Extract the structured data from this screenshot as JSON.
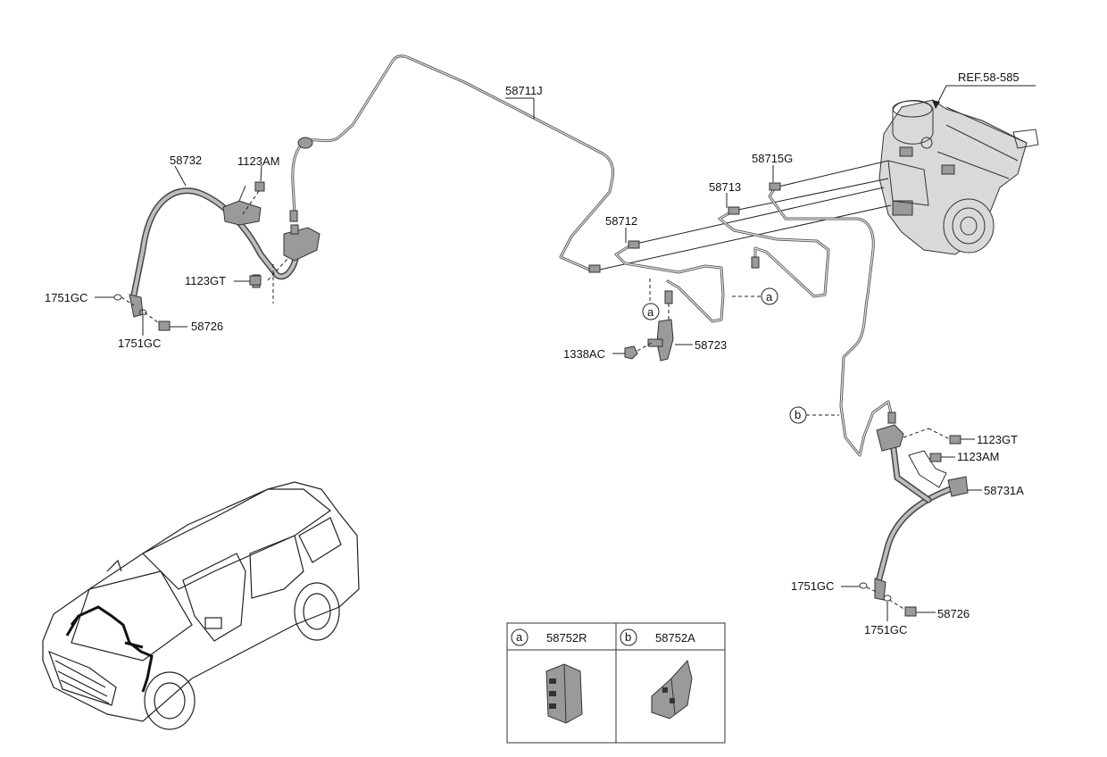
{
  "labels": {
    "ref": "REF.58-585",
    "p58711J": "58711J",
    "p58715G": "58715G",
    "p58713": "58713",
    "p58712": "58712",
    "p58732": "58732",
    "p1123AM_left": "1123AM",
    "p1123GT_left": "1123GT",
    "p1751GC_left_a": "1751GC",
    "p1751GC_left_b": "1751GC",
    "p58726_left": "58726",
    "p1338AC": "1338AC",
    "p58723": "58723",
    "p1123GT_right": "1123GT",
    "p1123AM_right": "1123AM",
    "p58731A": "58731A",
    "p1751GC_right_a": "1751GC",
    "p1751GC_right_b": "1751GC",
    "p58726_right": "58726"
  },
  "callouts": {
    "a": "a",
    "b": "b"
  },
  "legend": {
    "items": [
      {
        "letter": "a",
        "part": "58752R"
      },
      {
        "letter": "b",
        "part": "58752A"
      }
    ]
  }
}
